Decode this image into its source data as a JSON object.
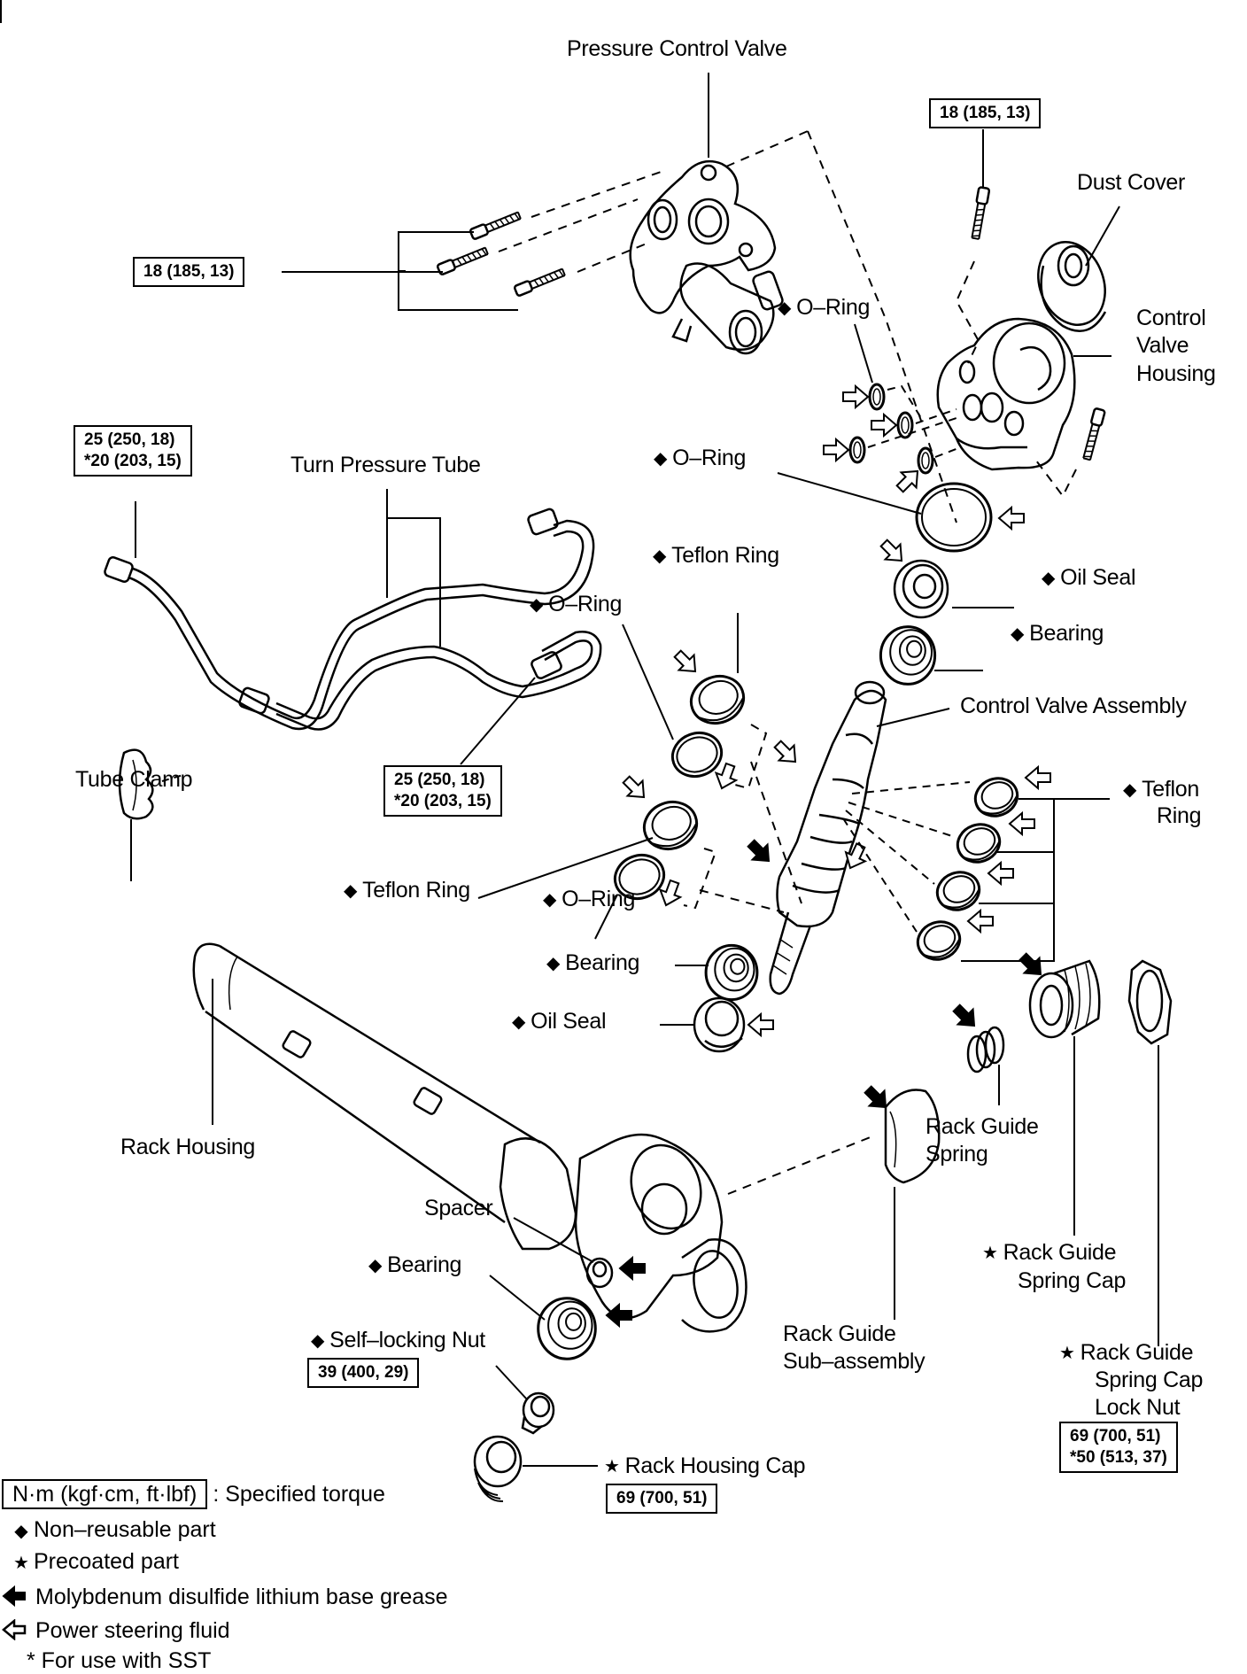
{
  "title": "Power steering gear (control valve / rack housing) exploded view",
  "symbols": {
    "non_reusable": "◆",
    "precoated": "★",
    "moly_grease": "◀",
    "ps_fluid": "◁"
  },
  "parts": {
    "pressure_control_valve": "Pressure Control Valve",
    "dust_cover": "Dust Cover",
    "control_valve_housing_1": "Control",
    "control_valve_housing_2": "Valve",
    "control_valve_housing_3": "Housing",
    "o_ring_top": "O–Ring",
    "o_ring_mid": "O–Ring",
    "oil_seal_upper": "Oil Seal",
    "bearing_upper": "Bearing",
    "turn_pressure_tube": "Turn Pressure Tube",
    "tube_clamp": "Tube Clamp",
    "teflon_ring_upper": "Teflon Ring",
    "o_ring_left": "O–Ring",
    "control_valve_assembly": "Control Valve Assembly",
    "teflon_ring_right_1": "Teflon",
    "teflon_ring_right_2": "Ring",
    "teflon_ring_lower": "Teflon Ring",
    "o_ring_lower": "O–Ring",
    "bearing_lower": "Bearing",
    "oil_seal_lower": "Oil Seal",
    "rack_housing": "Rack Housing",
    "rack_guide_spring_1": "Rack Guide",
    "rack_guide_spring_2": "Spring",
    "spacer": "Spacer",
    "bearing_bottom": "Bearing",
    "rack_guide_spring_cap_1": "Rack Guide",
    "rack_guide_spring_cap_2": "Spring Cap",
    "rack_guide_sub_1": "Rack Guide",
    "rack_guide_sub_2": "Sub–assembly",
    "rack_guide_lock_nut_1": "Rack Guide",
    "rack_guide_lock_nut_2": "Spring Cap",
    "rack_guide_lock_nut_3": "Lock Nut",
    "self_locking_nut": "Self–locking Nut",
    "rack_housing_cap": "Rack Housing Cap"
  },
  "torques": {
    "top_right_bolt": [
      "18 (185, 13)"
    ],
    "pcv_bolts": [
      "18 (185, 13)"
    ],
    "tube_left": [
      "25 (250, 18)",
      "*20 (203, 15)"
    ],
    "tube_right": [
      "25 (250, 18)",
      "*20 (203, 15)"
    ],
    "self_locking_nut": [
      "39 (400, 29)"
    ],
    "lock_nut": [
      "69 (700, 51)",
      "*50 (513, 37)"
    ],
    "rack_housing_cap": [
      "69 (700, 51)"
    ]
  },
  "legend": {
    "unit_box": "N·m (kgf·cm, ft·lbf)",
    "unit_desc": ": Specified torque",
    "non_reusable": "Non–reusable part",
    "precoated": "Precoated part",
    "moly_grease": "Molybdenum disulfide lithium base grease",
    "ps_fluid": "Power steering fluid",
    "sst_note": "* For use with SST"
  }
}
